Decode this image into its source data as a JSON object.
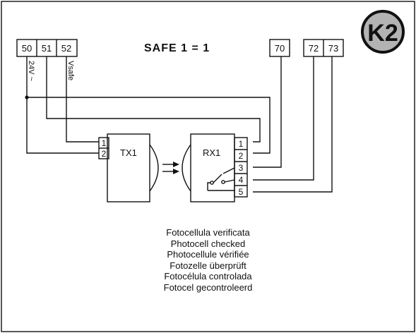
{
  "badge": {
    "label": "K2"
  },
  "safe_label": "SAFE 1 = 1",
  "terminals": [
    {
      "id": "50"
    },
    {
      "id": "51"
    },
    {
      "id": "52"
    },
    {
      "id": "70"
    },
    {
      "id": "72"
    },
    {
      "id": "73"
    }
  ],
  "wire_labels": {
    "supply": "24V ~",
    "vsafe": "Vsafe"
  },
  "tx": {
    "name": "TX1",
    "pins": [
      "1",
      "2"
    ]
  },
  "rx": {
    "name": "RX1",
    "pins": [
      "1",
      "2",
      "3",
      "4",
      "5"
    ]
  },
  "caption": [
    "Fotocellula verificata",
    "Photocell checked",
    "Photocellule vérifiée",
    "Fotozelle überprüft",
    "Fotocélula controlada",
    "Fotocel gecontroleerd"
  ],
  "colors": {
    "line": "#111111",
    "badge_fill": "#b3b3b3",
    "background": "#ffffff"
  }
}
